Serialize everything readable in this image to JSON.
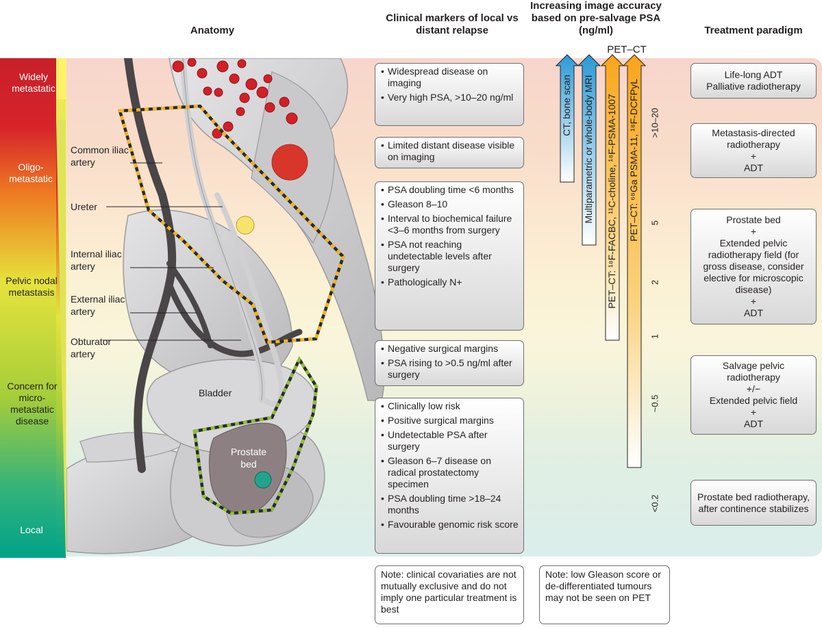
{
  "headers": {
    "anatomy": "Anatomy",
    "clinical_markers": "Clinical markers of local vs distant relapse",
    "image_accuracy": "Increasing image accuracy based on pre-salvage PSA (ng/ml)",
    "treatment": "Treatment paradigm",
    "pet_ct": "PET–CT"
  },
  "stages": [
    {
      "label": "Widely metastatic",
      "color": "#d2232a"
    },
    {
      "label": "Oligo- metastatic",
      "color": "#f47b20"
    },
    {
      "label": "Pelvic nodal metastasis",
      "color": "#e6e33a"
    },
    {
      "label": "Concern for micro- metastatic disease",
      "color": "#9dc93b"
    },
    {
      "label": "Local",
      "color": "#00a88e"
    }
  ],
  "anatomy_labels": {
    "common_iliac": "Common iliac artery",
    "ureter": "Ureter",
    "internal_iliac": "Internal iliac artery",
    "external_iliac": "External iliac artery",
    "obturator": "Obturator artery",
    "bladder": "Bladder",
    "prostate_bed": "Prostate bed"
  },
  "clinical_markers": [
    {
      "items": [
        "Widespread disease on imaging",
        "Very high PSA, >10–20 ng/ml"
      ]
    },
    {
      "items": [
        "Limited distant disease visible on imaging"
      ]
    },
    {
      "items": [
        "PSA doubling time <6 months",
        "Gleason 8–10",
        "Interval to biochemical failure <3–6 months from surgery",
        "PSA not reaching undetectable levels after surgery",
        "Pathologically N+"
      ]
    },
    {
      "items": [
        "Negative surgical margins",
        "PSA rising to >0.5 ng/ml after surgery"
      ]
    },
    {
      "items": [
        "Clinically low risk",
        "Positive surgical margins",
        "Undetectable PSA after surgery",
        "Gleason 6–7 disease on radical prostatectomy specimen",
        "PSA doubling time >18–24 months",
        "Favourable genomic risk score"
      ]
    }
  ],
  "imaging": {
    "arrows": [
      {
        "label": "CT, bone scan",
        "color": "#3aa6dd"
      },
      {
        "label": "Multiparametric or whole-body MRI",
        "color": "#3aa6dd"
      },
      {
        "label": "PET–CT: ¹⁸F-FACBC, ¹¹C-choline, ¹⁸F-PSMA-1007",
        "color": "#f9a825"
      },
      {
        "label": "PET–CT: ⁶⁸Ga PSMA-11, ¹⁸F-DCFPyL",
        "color": "#f9a825"
      }
    ],
    "psa_ticks": [
      ">10–20",
      "5",
      "2",
      "1",
      "~0.5",
      "<0.2"
    ]
  },
  "treatments": [
    "Life-long ADT\nPalliative radiotherapy",
    "Metastasis-directed radiotherapy\n+\nADT",
    "Prostate bed\n+\nExtended pelvic radiotherapy field (for gross disease, consider elective for microscopic disease)\n+\nADT",
    "Salvage pelvic radiotherapy\n+/−\nExtended pelvic field\n+\nADT",
    "Prostate bed radiotherapy, after continence stabilizes"
  ],
  "notes": {
    "clinical": "Note: clinical covariaties are not mutually exclusive and do not imply one particular treatment is best",
    "imaging": "Note: low Gleason score or de-differentiated tumours may not be seen on PET"
  }
}
